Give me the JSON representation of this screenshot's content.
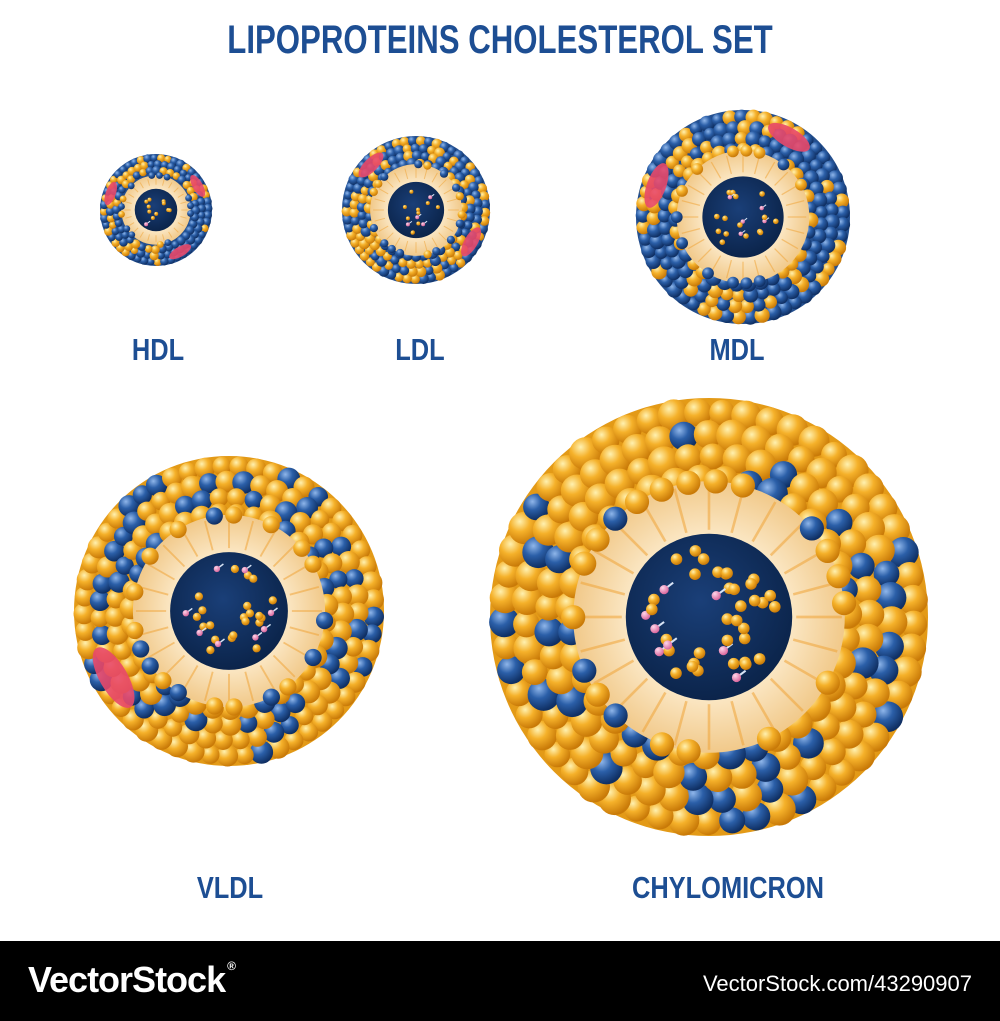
{
  "title": "LIPOPROTEINS CHOLESTEROL SET",
  "particles": [
    {
      "id": "hdl",
      "label": "HDL"
    },
    {
      "id": "ldl",
      "label": "LDL"
    },
    {
      "id": "mdl",
      "label": "MDL"
    },
    {
      "id": "vldl",
      "label": "VLDL"
    },
    {
      "id": "chylomicron",
      "label": "CHYLOMICRON"
    }
  ],
  "footer": {
    "brand": "VectorStock",
    "brand_mark": "®",
    "credit": "VectorStock.com/43290907"
  },
  "colors": {
    "title": "#1d4e93",
    "blue_sphere": "#2b5fa8",
    "orange_sphere": "#f2a71b",
    "core": "#0d2d5c",
    "membrane": "#f6d9a6",
    "protein": "#e8496a",
    "footer_bg": "#000000"
  }
}
